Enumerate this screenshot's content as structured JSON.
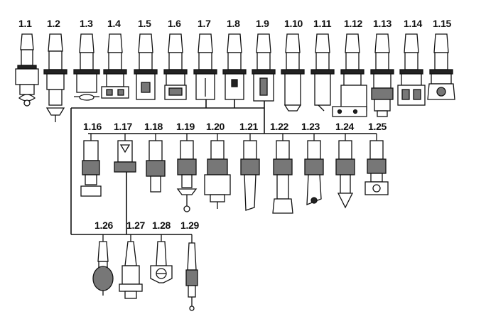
{
  "row1_labels": [
    "1.1",
    "1.2",
    "1.3",
    "1.4",
    "1.5",
    "1.6",
    "1.7",
    "1.8",
    "1.9",
    "1.10",
    "1.11",
    "1.12",
    "1.13",
    "1.14",
    "1.15"
  ],
  "row2_labels": [
    "1.16",
    "1.17",
    "1.18",
    "1.19",
    "1.20",
    "1.21",
    "1.22",
    "1.23",
    "1.24",
    "1.25"
  ],
  "row3_labels": [
    "1.26",
    "1.27",
    "1.28",
    "1.29"
  ]
}
